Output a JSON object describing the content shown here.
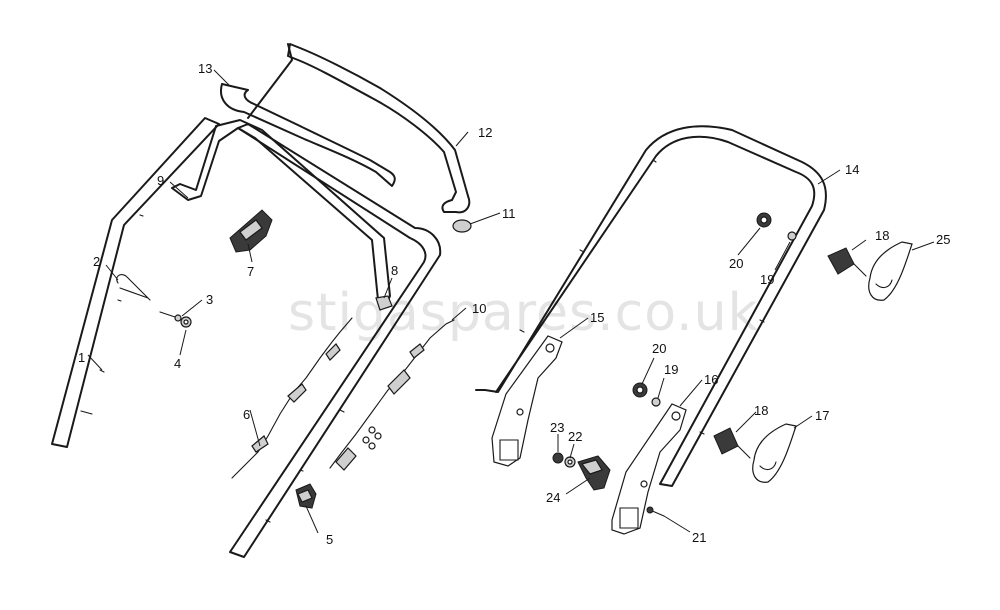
{
  "watermark": "stigaspares.co.uk",
  "callouts": [
    {
      "id": "c1",
      "label": "1"
    },
    {
      "id": "c2",
      "label": "2"
    },
    {
      "id": "c3",
      "label": "3"
    },
    {
      "id": "c4",
      "label": "4"
    },
    {
      "id": "c5",
      "label": "5"
    },
    {
      "id": "c6",
      "label": "6"
    },
    {
      "id": "c7",
      "label": "7"
    },
    {
      "id": "c8",
      "label": "8"
    },
    {
      "id": "c9",
      "label": "9"
    },
    {
      "id": "c10",
      "label": "10"
    },
    {
      "id": "c11",
      "label": "11"
    },
    {
      "id": "c12",
      "label": "12"
    },
    {
      "id": "c13",
      "label": "13"
    },
    {
      "id": "c14",
      "label": "14"
    },
    {
      "id": "c15",
      "label": "15"
    },
    {
      "id": "c16",
      "label": "16"
    },
    {
      "id": "c17",
      "label": "17"
    },
    {
      "id": "c18a",
      "label": "18"
    },
    {
      "id": "c18b",
      "label": "18"
    },
    {
      "id": "c19a",
      "label": "19"
    },
    {
      "id": "c19b",
      "label": "19"
    },
    {
      "id": "c20a",
      "label": "20"
    },
    {
      "id": "c20b",
      "label": "20"
    },
    {
      "id": "c21",
      "label": "21"
    },
    {
      "id": "c22",
      "label": "22"
    },
    {
      "id": "c23",
      "label": "23"
    },
    {
      "id": "c24",
      "label": "24"
    },
    {
      "id": "c25",
      "label": "25"
    }
  ]
}
